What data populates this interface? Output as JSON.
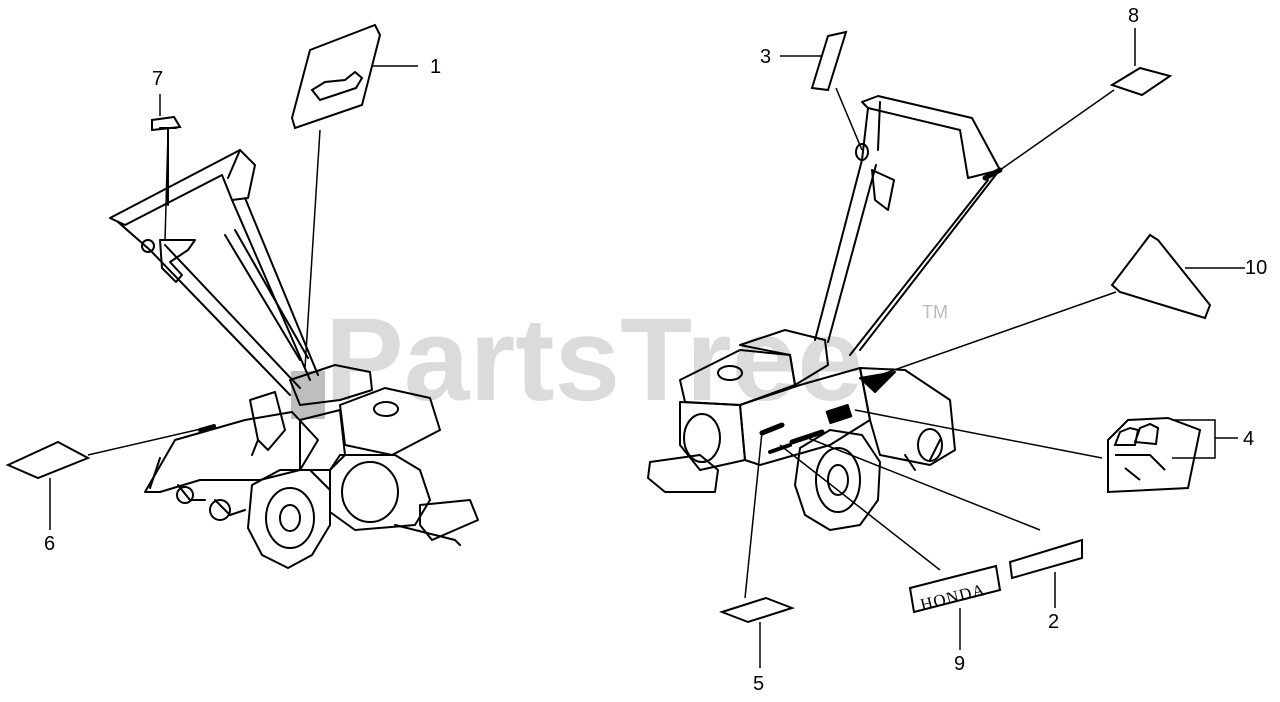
{
  "watermark": {
    "text": "PartsTree",
    "trademark": "TM"
  },
  "callouts": {
    "c1": "1",
    "c2": "2",
    "c3": "3",
    "c4": "4",
    "c5": "5",
    "c6": "6",
    "c7": "7",
    "c8": "8",
    "c9": "9",
    "c10": "10"
  },
  "labels": {
    "honda_emblem": "HONDA"
  },
  "figures": [
    {
      "name": "left-tiller",
      "view": "rear-left"
    },
    {
      "name": "right-tiller",
      "view": "front-left"
    }
  ]
}
